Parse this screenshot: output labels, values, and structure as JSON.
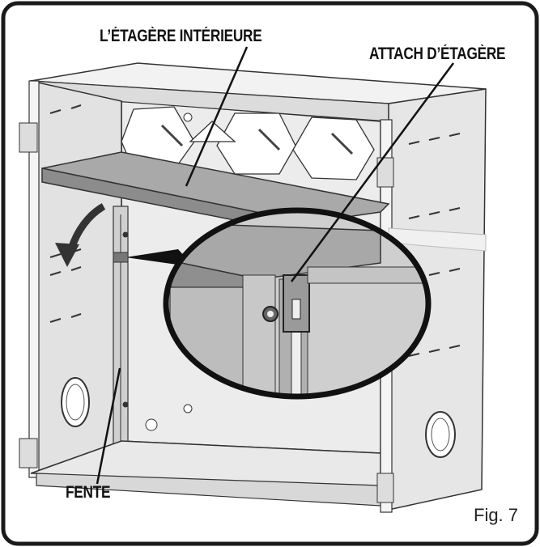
{
  "labels": {
    "shelf": "L’ÉTAGÈRE INTÉRIEURE",
    "attach": "ATTACH D’ÉTAGÈRE",
    "slot": "FENTE"
  },
  "figure_caption": "Fig. 7",
  "colors": {
    "frame": "#1a1a1a",
    "panel": "#e6e6e6",
    "shelf_top": "#a9a9a9",
    "shelf_front": "#8c8c8c",
    "line": "#222222"
  }
}
